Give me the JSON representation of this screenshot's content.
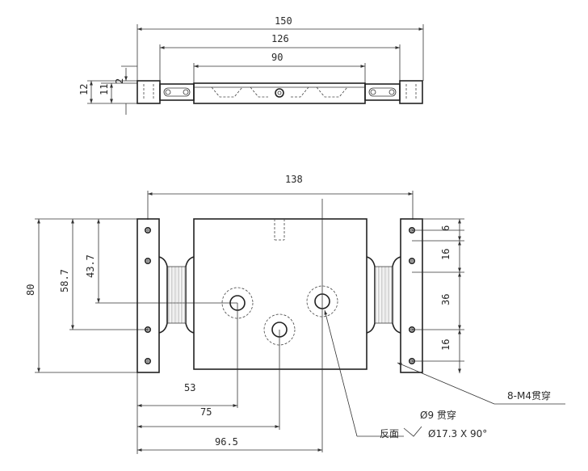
{
  "top_view": {
    "dims": {
      "overall_length": "150",
      "inner_length": "126",
      "center_length": "90",
      "height_total": "12",
      "height_inner": "11",
      "height_step": "2"
    }
  },
  "front_view": {
    "dims": {
      "width": "138",
      "height": "80",
      "vert_58_7": "58.7",
      "vert_43_7": "43.7",
      "right_6": "6",
      "right_16_top": "16",
      "right_36": "36",
      "right_16_bottom": "16",
      "horiz_53": "53",
      "horiz_75": "75",
      "horiz_96_5": "96.5"
    },
    "notes": {
      "slot_holes": "8-M4贯穿",
      "through_hole": "Ø9 贯穿",
      "reverse_side": "反面",
      "countersink": "Ø17.3 X 90°"
    }
  }
}
